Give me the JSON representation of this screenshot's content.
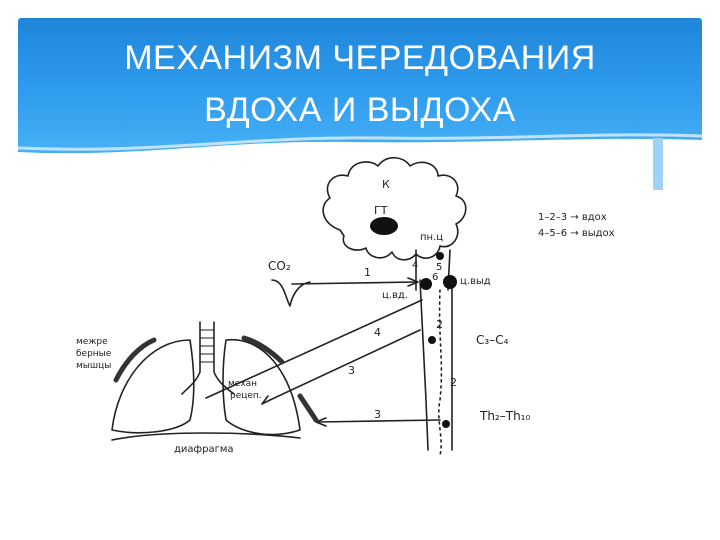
{
  "slide": {
    "title_line1": "МЕХАНИЗМ ЧЕРЕДОВАНИЯ",
    "title_line2": "ВДОХА И ВЫДОХА",
    "header_color": "#2a93e6"
  },
  "diagram": {
    "labels": {
      "cortex": "К",
      "hypothalamus": "ГТ",
      "pneumotaxic_center": "пн.ц",
      "inspiratory_center": "ц.вд.",
      "expiratory_center": "ц.выд",
      "co2": "CO₂",
      "intercostal_muscles_1": "межре",
      "intercostal_muscles_2": "берные",
      "intercostal_muscles_3": "мышцы",
      "mechanoreceptors_1": "механ",
      "mechanoreceptors_2": "рецеп.",
      "diaphragm": "диафрагма",
      "spinal_c3_c4": "C₃–C₄",
      "spinal_th2_th10": "Th₂–Th₁₀",
      "legend_inhale": "1–2–3 → вдох",
      "legend_exhale": "4–5–6 → выдох"
    },
    "path_numbers": {
      "n1": "1",
      "n2a": "2",
      "n2b": "2",
      "n3a": "3",
      "n3b": "3",
      "n4a": "4",
      "n4b": "4",
      "n5": "5",
      "n6": "6"
    }
  }
}
